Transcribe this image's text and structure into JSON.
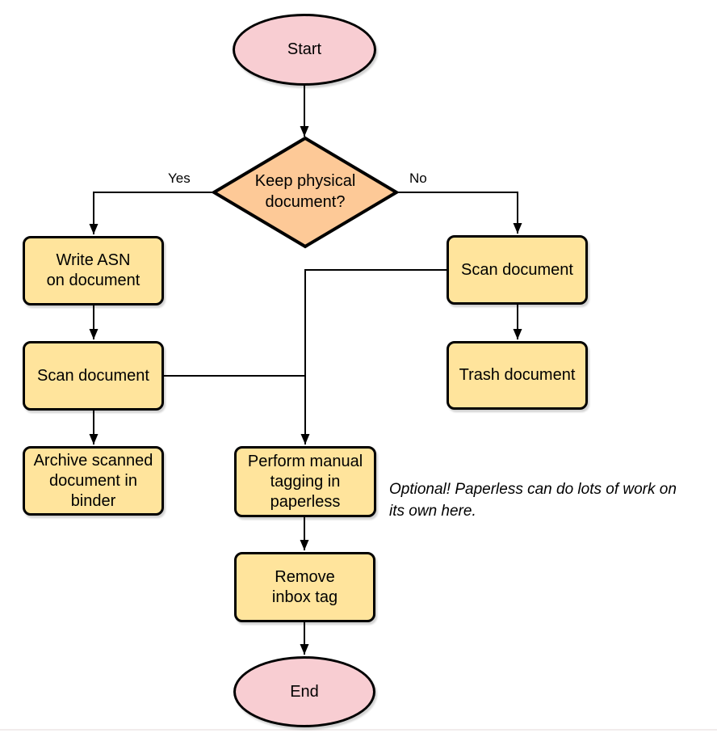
{
  "colors": {
    "terminator": "#f8cdd2",
    "decision": "#fdc997",
    "process": "#ffe49c",
    "stroke": "#000000",
    "separator": "#f2ecec"
  },
  "nodes": {
    "start": "Start",
    "decision": "Keep physical\ndocument?",
    "write_asn": "Write ASN\non document",
    "scan_left": "Scan document",
    "archive": "Archive scanned\ndocument in\nbinder",
    "scan_right": "Scan document",
    "trash": "Trash document",
    "perform": "Perform manual\ntagging in\npaperless",
    "remove": "Remove\ninbox tag",
    "end": "End"
  },
  "edge_labels": {
    "yes": "Yes",
    "no": "No"
  },
  "note": "Optional! Paperless can do lots of work on\nits own here."
}
